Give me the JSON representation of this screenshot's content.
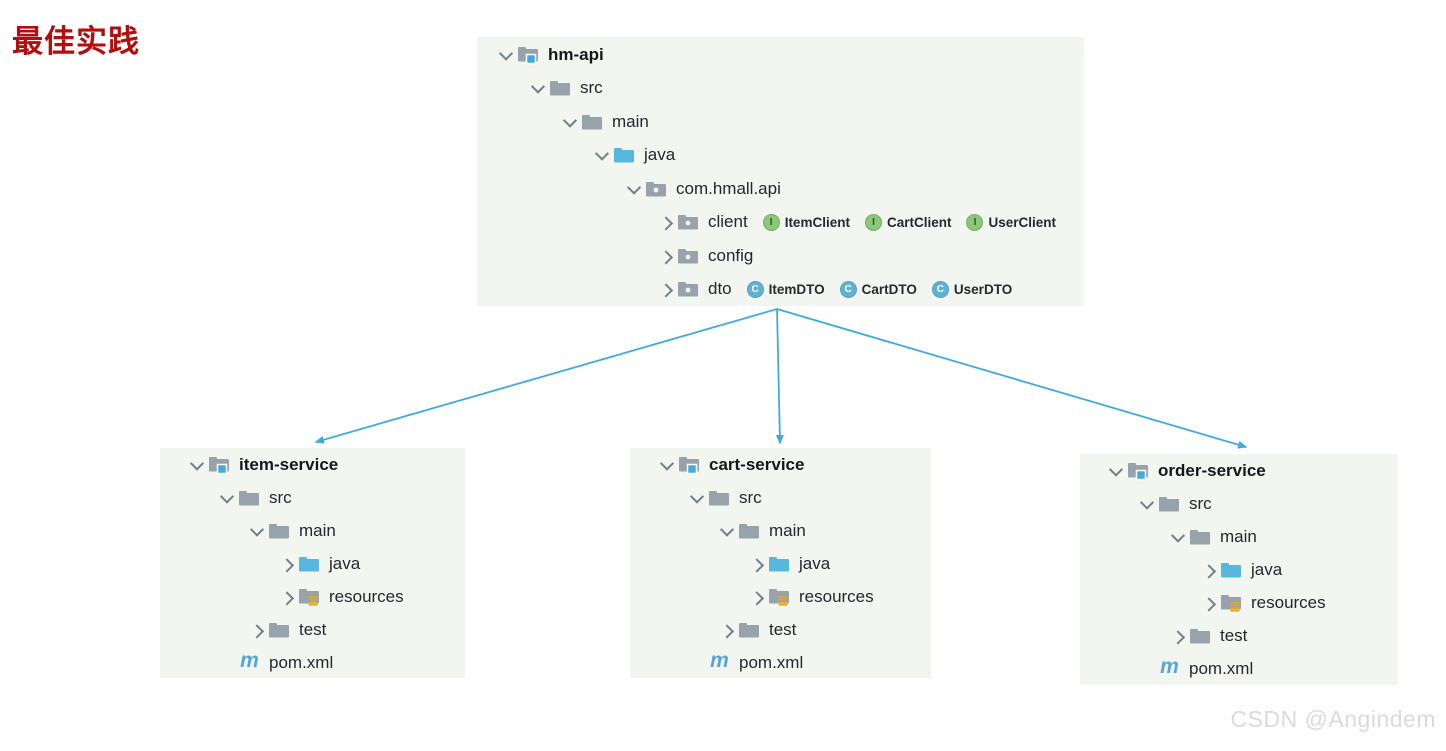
{
  "page": {
    "title": "最佳实践",
    "watermark": "CSDN @Angindem"
  },
  "colors": {
    "title_red": "#b50d0d",
    "accent_blue": "#41aadf",
    "panel_bg": "#f3f5f1",
    "text": "#23282e",
    "watermark_gray": "#dbdbdb",
    "folder_gray": "#97a2aa",
    "folder_blue": "#57b7dc",
    "interface_green": "#8cc87c",
    "class_blue": "#5fb2d5",
    "maven_blue": "#57a7d4",
    "resources_gold": "#dca92d"
  },
  "badge_glyphs": {
    "interface": "I",
    "class": "C"
  },
  "trees": {
    "hm_api": {
      "rows": [
        {
          "label": "hm-api",
          "level": 0,
          "chevron": "expanded",
          "icon": "module-folder",
          "bold": true
        },
        {
          "label": "src",
          "level": 1,
          "chevron": "expanded",
          "icon": "folder"
        },
        {
          "label": "main",
          "level": 2,
          "chevron": "expanded",
          "icon": "folder"
        },
        {
          "label": "java",
          "level": 3,
          "chevron": "expanded",
          "icon": "sources-folder"
        },
        {
          "label": "com.hmall.api",
          "level": 4,
          "chevron": "expanded",
          "icon": "package-folder"
        },
        {
          "label": "client",
          "level": 5,
          "chevron": "collapsed",
          "icon": "package-folder",
          "badges": [
            {
              "type": "interface",
              "label": "ItemClient"
            },
            {
              "type": "interface",
              "label": "CartClient"
            },
            {
              "type": "interface",
              "label": "UserClient"
            }
          ]
        },
        {
          "label": "config",
          "level": 5,
          "chevron": "collapsed",
          "icon": "package-folder"
        },
        {
          "label": "dto",
          "level": 5,
          "chevron": "collapsed",
          "icon": "package-folder",
          "badges": [
            {
              "type": "class",
              "label": "ItemDTO"
            },
            {
              "type": "class",
              "label": "CartDTO"
            },
            {
              "type": "class",
              "label": "UserDTO"
            }
          ]
        }
      ]
    },
    "item_service": {
      "rows": [
        {
          "label": "item-service",
          "level": 0,
          "chevron": "expanded",
          "icon": "module-folder",
          "bold": true
        },
        {
          "label": "src",
          "level": 1,
          "chevron": "expanded",
          "icon": "folder"
        },
        {
          "label": "main",
          "level": 2,
          "chevron": "expanded",
          "icon": "folder"
        },
        {
          "label": "java",
          "level": 3,
          "chevron": "collapsed",
          "icon": "sources-folder"
        },
        {
          "label": "resources",
          "level": 3,
          "chevron": "collapsed",
          "icon": "resources-folder"
        },
        {
          "label": "test",
          "level": 2,
          "chevron": "collapsed",
          "icon": "folder"
        },
        {
          "label": "pom.xml",
          "level": 1,
          "chevron": "none",
          "icon": "maven"
        }
      ]
    },
    "cart_service": {
      "rows": [
        {
          "label": "cart-service",
          "level": 0,
          "chevron": "expanded",
          "icon": "module-folder",
          "bold": true
        },
        {
          "label": "src",
          "level": 1,
          "chevron": "expanded",
          "icon": "folder"
        },
        {
          "label": "main",
          "level": 2,
          "chevron": "expanded",
          "icon": "folder"
        },
        {
          "label": "java",
          "level": 3,
          "chevron": "collapsed",
          "icon": "sources-folder"
        },
        {
          "label": "resources",
          "level": 3,
          "chevron": "collapsed",
          "icon": "resources-folder"
        },
        {
          "label": "test",
          "level": 2,
          "chevron": "collapsed",
          "icon": "folder"
        },
        {
          "label": "pom.xml",
          "level": 1,
          "chevron": "none",
          "icon": "maven"
        }
      ]
    },
    "order_service": {
      "rows": [
        {
          "label": "order-service",
          "level": 0,
          "chevron": "expanded",
          "icon": "module-folder",
          "bold": true
        },
        {
          "label": "src",
          "level": 1,
          "chevron": "expanded",
          "icon": "folder"
        },
        {
          "label": "main",
          "level": 2,
          "chevron": "expanded",
          "icon": "folder"
        },
        {
          "label": "java",
          "level": 3,
          "chevron": "collapsed",
          "icon": "sources-folder"
        },
        {
          "label": "resources",
          "level": 3,
          "chevron": "collapsed",
          "icon": "resources-folder"
        },
        {
          "label": "test",
          "level": 2,
          "chevron": "collapsed",
          "icon": "folder"
        },
        {
          "label": "pom.xml",
          "level": 1,
          "chevron": "none",
          "icon": "maven"
        }
      ]
    }
  }
}
